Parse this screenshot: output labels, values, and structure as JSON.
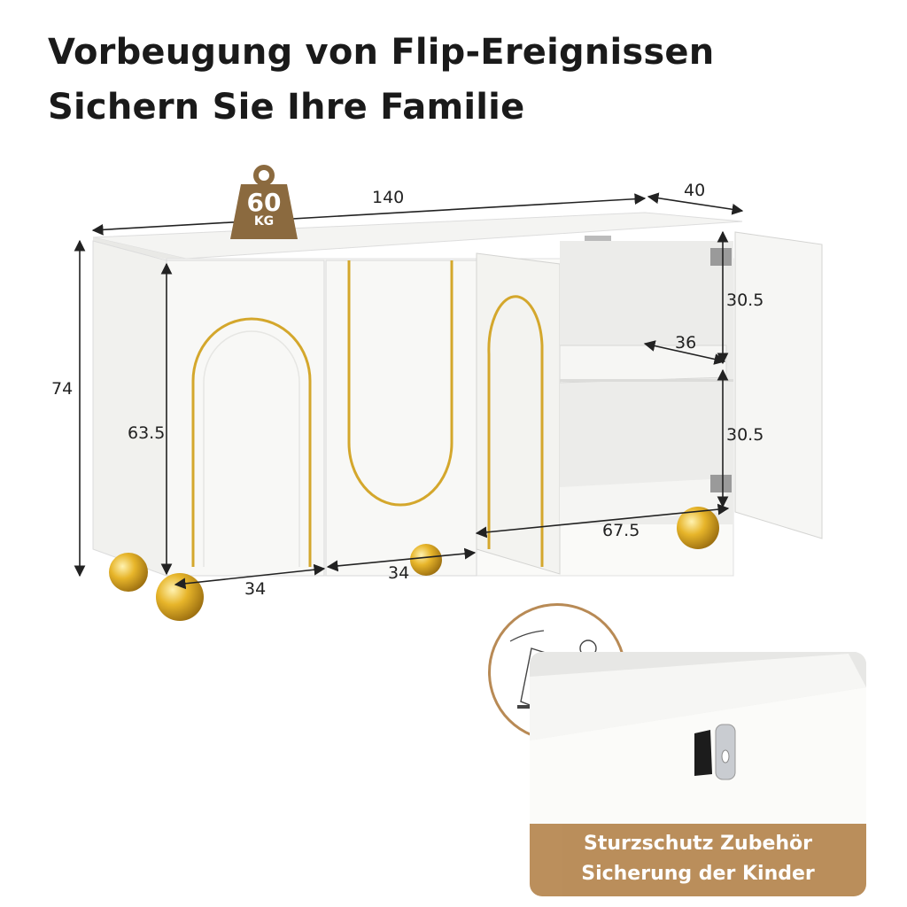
{
  "headline": {
    "line1": "Vorbeugung von Flip-Ereignissen",
    "line2": "Sichern Sie Ihre Familie"
  },
  "weight_badge": {
    "value": "60",
    "unit": "KG",
    "color": "#8b6a3f"
  },
  "dimensions": {
    "width": "140",
    "depth": "40",
    "height": "74",
    "door_height": "63.5",
    "door_width_left": "34",
    "door_width_middle": "34",
    "inner_width": "67.5",
    "shelf_depth": "36",
    "compartment_upper": "30.5",
    "compartment_lower": "30.5"
  },
  "safety_icon": {
    "name": "no-climbing-icon",
    "border_color": "#b88a55"
  },
  "detail_banner": {
    "line1": "Sturzschutz Zubehör",
    "line2": "Sicherung der Kinder",
    "color": "#b88a55"
  },
  "colors": {
    "gold": "#d4a72c",
    "cabinet": "#f7f7f5",
    "accent": "#b88a55"
  }
}
